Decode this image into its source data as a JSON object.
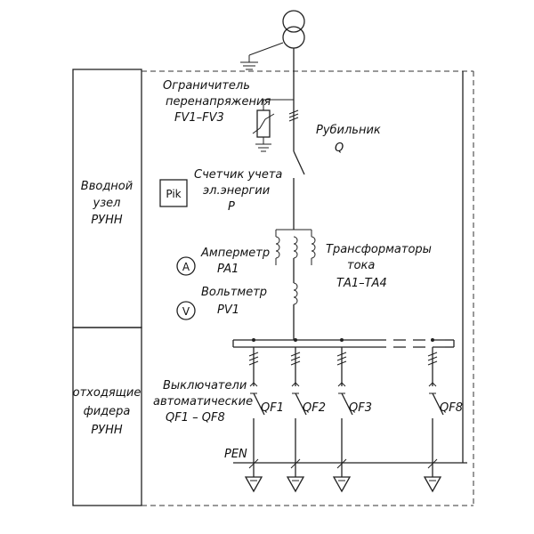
{
  "panels": {
    "input_node": [
      "Вводной",
      "узел",
      "РУНН"
    ],
    "outgoing_feeders": [
      "отходящие",
      "фидера",
      "РУНН"
    ]
  },
  "surge_limiter": [
    "Ограничитель",
    "перенапряжения",
    "FV1–FV3"
  ],
  "switch": [
    "Рубильник",
    "Q"
  ],
  "meter": {
    "symbol": "Pik",
    "label": [
      "Счетчик учета",
      "эл.энергии",
      "Р"
    ]
  },
  "ammeter": {
    "symbol": "A",
    "label": [
      "Амперметр",
      "PA1"
    ]
  },
  "voltmeter": {
    "symbol": "V",
    "label": [
      "Вольтметр",
      "PV1"
    ]
  },
  "current_transformers": [
    "Трансформаторы",
    "тока",
    "ТА1–ТА4"
  ],
  "breakers": {
    "label": [
      "Выключатели",
      "автоматические",
      "QF1 – QF8"
    ],
    "items": [
      "QF1",
      "QF2",
      "QF3",
      "QF8"
    ]
  },
  "pen": "PEN"
}
